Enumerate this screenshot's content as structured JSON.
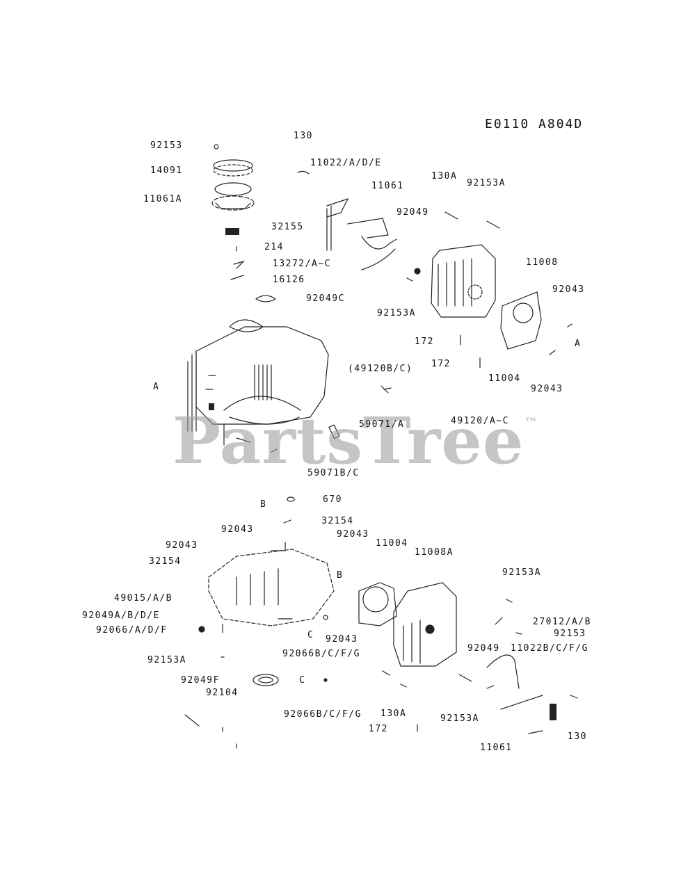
{
  "diagram_code": "E0110 A804D",
  "watermark": "PartsTree",
  "watermark_mark": "™",
  "labels": [
    "92153",
    "130",
    "14091",
    "11022/A/D/E",
    "11061",
    "130A",
    "92153A",
    "11061A",
    "92049",
    "32155",
    "214",
    "13272/A~C",
    "11008",
    "16126",
    "92049C",
    "92043",
    "92153A",
    "172",
    "A",
    "172",
    "(49120B/C)",
    "A",
    "11004",
    "92043",
    "59071/A",
    "49120/A~C",
    "59071B/C",
    "B",
    "670",
    "32154",
    "92043",
    "92043",
    "11004",
    "92043",
    "11008A",
    "32154",
    "B",
    "92153A",
    "49015/A/B",
    "92049A/B/D/E",
    "27012/A/B",
    "92066/A/D/F",
    "C",
    "92153",
    "92043",
    "92049",
    "11022B/C/F/G",
    "92066B/C/F/G",
    "92153A",
    "92049F",
    "C",
    "92104",
    "92066B/C/F/G",
    "130A",
    "172",
    "92153A",
    "130",
    "11061"
  ],
  "colors": {
    "line": "#222222",
    "text": "#111111",
    "watermark": "#969696"
  }
}
